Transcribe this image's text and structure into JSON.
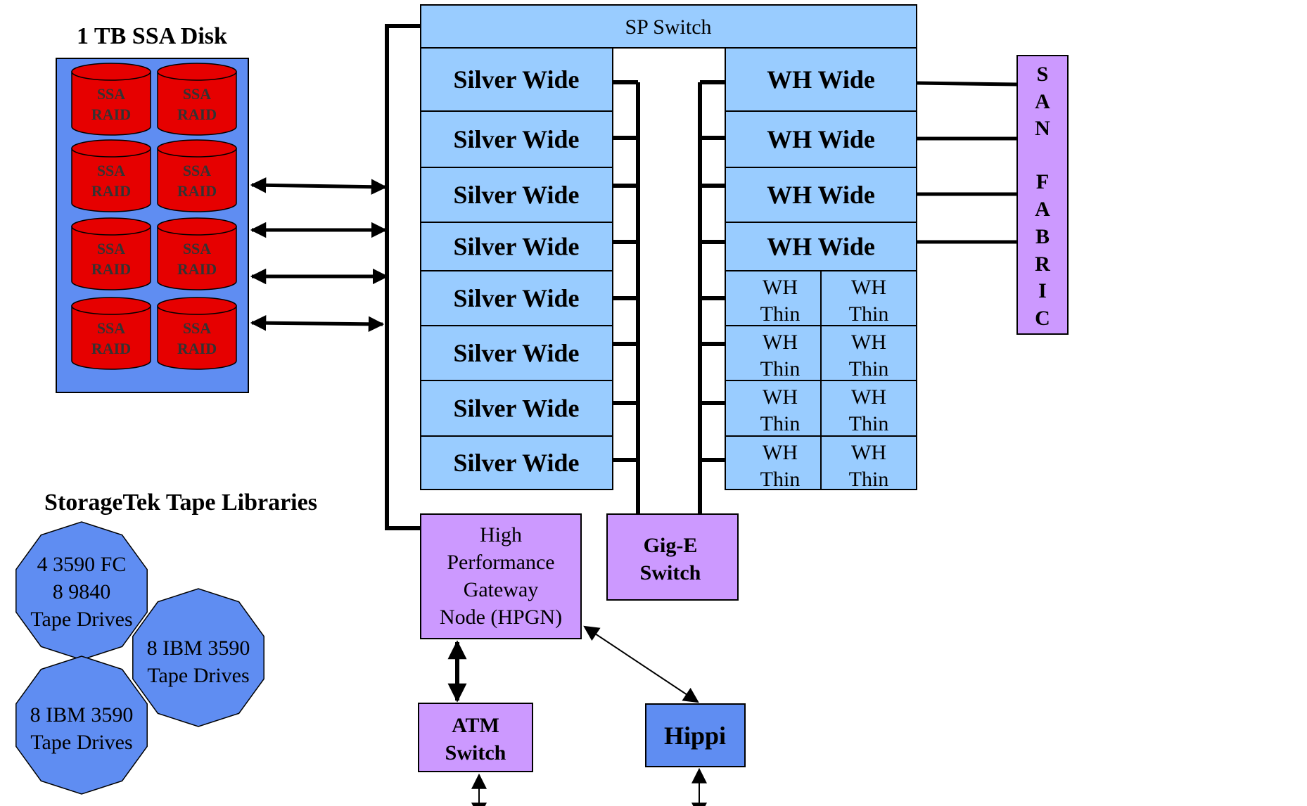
{
  "colors": {
    "node_blue": "#99CCFF",
    "panel_blue": "#5F8DF2",
    "disk_red": "#E60000",
    "switch_purple": "#CC99FF",
    "line": "#000000"
  },
  "disk_array": {
    "title": "1 TB SSA Disk",
    "disks": [
      {
        "line1": "SSA",
        "line2": "RAID"
      },
      {
        "line1": "SSA",
        "line2": "RAID"
      },
      {
        "line1": "SSA",
        "line2": "RAID"
      },
      {
        "line1": "SSA",
        "line2": "RAID"
      },
      {
        "line1": "SSA",
        "line2": "RAID"
      },
      {
        "line1": "SSA",
        "line2": "RAID"
      },
      {
        "line1": "SSA",
        "line2": "RAID"
      },
      {
        "line1": "SSA",
        "line2": "RAID"
      }
    ]
  },
  "tape": {
    "title": "StorageTek Tape Libraries",
    "libraries": [
      {
        "lines": [
          "4 3590 FC",
          "8 9840",
          "Tape Drives"
        ]
      },
      {
        "lines": [
          "8 IBM 3590",
          "Tape Drives"
        ]
      },
      {
        "lines": [
          "8 IBM 3590",
          "Tape Drives"
        ]
      }
    ]
  },
  "sp_switch": {
    "label": "SP Switch"
  },
  "silver_nodes": [
    "Silver Wide",
    "Silver Wide",
    "Silver Wide",
    "Silver Wide",
    "Silver Wide",
    "Silver Wide",
    "Silver Wide",
    "Silver Wide"
  ],
  "wh_wide_nodes": [
    "WH Wide",
    "WH Wide",
    "WH Wide",
    "WH Wide"
  ],
  "wh_thin_nodes": [
    {
      "line1": "WH",
      "line2": "Thin"
    },
    {
      "line1": "WH",
      "line2": "Thin"
    },
    {
      "line1": "WH",
      "line2": "Thin"
    },
    {
      "line1": "WH",
      "line2": "Thin"
    },
    {
      "line1": "WH",
      "line2": "Thin"
    },
    {
      "line1": "WH",
      "line2": "Thin"
    },
    {
      "line1": "WH",
      "line2": "Thin"
    },
    {
      "line1": "WH",
      "line2": "Thin"
    }
  ],
  "san_fabric": {
    "letters": [
      "S",
      "A",
      "N",
      "F",
      "A",
      "B",
      "R",
      "I",
      "C"
    ]
  },
  "gige_switch": {
    "line1": "Gig-E",
    "line2": "Switch"
  },
  "hpgn": {
    "lines": [
      "High",
      "Performance",
      "Gateway",
      "Node (HPGN)"
    ]
  },
  "atm_switch": {
    "line1": "ATM",
    "line2": "Switch"
  },
  "hippi": {
    "label": "Hippi"
  }
}
